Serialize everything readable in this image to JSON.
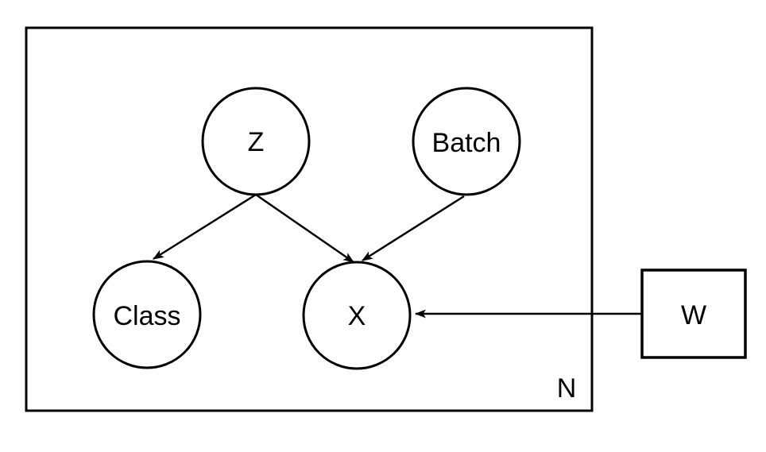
{
  "diagram": {
    "kind": "plate-notation-graphical-model",
    "plate": {
      "label": "N"
    },
    "nodes": [
      {
        "id": "z",
        "label": "Z",
        "shape": "circle",
        "shaded": false
      },
      {
        "id": "batch",
        "label": "Batch",
        "shape": "circle",
        "shaded": true
      },
      {
        "id": "class",
        "label": "Class",
        "shape": "circle",
        "shaded": true
      },
      {
        "id": "x",
        "label": "X",
        "shape": "circle",
        "shaded": true
      },
      {
        "id": "w",
        "label": "W",
        "shape": "square",
        "shaded": false
      }
    ],
    "edges": [
      {
        "from": "Z",
        "to": "Class"
      },
      {
        "from": "Z",
        "to": "X"
      },
      {
        "from": "Batch",
        "to": "X"
      },
      {
        "from": "W",
        "to": "X"
      }
    ],
    "colors": {
      "shaded_node_fill": "#d1d1d1",
      "unshaded_node_fill": "#ffffff",
      "stroke": "#000000",
      "background": "#ffffff"
    }
  }
}
